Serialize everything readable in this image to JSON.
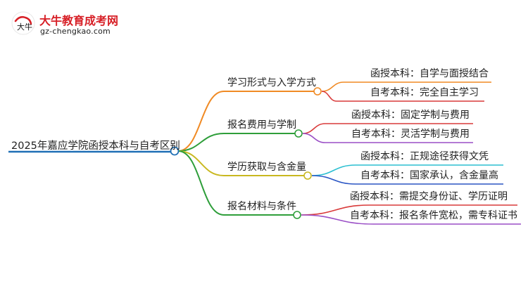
{
  "logo": {
    "title": "大牛教育成考网",
    "url": "gz-chengkao.com",
    "mark_text": "大牛"
  },
  "root": {
    "label": "2025年嘉应学院函授本科与自考区别",
    "color": "#1f6fb5"
  },
  "branches": [
    {
      "label": "学习形式与入学方式",
      "color": "#f08a24",
      "children": [
        {
          "label": "函授本科：自学与面授结合",
          "color": "#f08a24"
        },
        {
          "label": "自考本科：完全自主学习",
          "color": "#d93a3a"
        }
      ]
    },
    {
      "label": "报名费用与学制",
      "color": "#2e9e3a",
      "children": [
        {
          "label": "函授本科：固定学制与费用",
          "color": "#d93a3a"
        },
        {
          "label": "自考本科：灵活学制与费用",
          "color": "#9a4fc6"
        }
      ]
    },
    {
      "label": "学历获取与含金量",
      "color": "#c9b81f",
      "children": [
        {
          "label": "函授本科：正规途径获得文凭",
          "color": "#2bbfd1"
        },
        {
          "label": "自考本科：国家承认，含金量高",
          "color": "#2a55c4"
        }
      ]
    },
    {
      "label": "报名材料与条件",
      "color": "#2e9e3a",
      "children": [
        {
          "label": "函授本科：需提交身份证、学历证明",
          "color": "#d93a3a"
        },
        {
          "label": "自考本科：报名条件宽松，需专科证书",
          "color": "#9a4fc6"
        }
      ]
    }
  ]
}
